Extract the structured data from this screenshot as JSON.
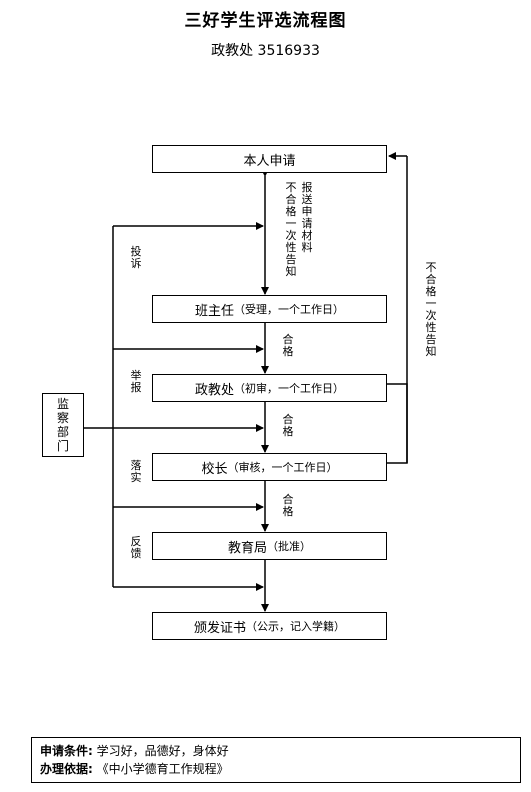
{
  "title": "三好学生评选流程图",
  "subtitle": "政教处  3516933",
  "boxes": {
    "apply": {
      "main": "本人申请",
      "note": ""
    },
    "teacher": {
      "main": "班主任",
      "note": "（受理，一个工作日）"
    },
    "office": {
      "main": "政教处",
      "note": "（初审，一个工作日）"
    },
    "principal": {
      "main": "校长",
      "note": "（审核，一个工作日）"
    },
    "bureau": {
      "main": "教育局",
      "note": "（批准）"
    },
    "cert": {
      "main": "颁发证书",
      "note": "（公示，记入学籍）"
    },
    "supervision": {
      "main": "监察部门",
      "note": ""
    }
  },
  "labels": {
    "submit": "报送申请材料",
    "reject_once": "不合格一次性告知",
    "reject_once_right": "不合格一次性告知",
    "pass1": "合格",
    "pass2": "合格",
    "pass3": "合格",
    "complaint": "投诉",
    "report": "举报",
    "implement": "落实",
    "feedback": "反馈"
  },
  "footer": {
    "cond_label": "申请条件:",
    "cond_value": "学习好，品德好，身体好",
    "basis_label": "办理依据:",
    "basis_value": "《中小学德育工作规程》"
  }
}
